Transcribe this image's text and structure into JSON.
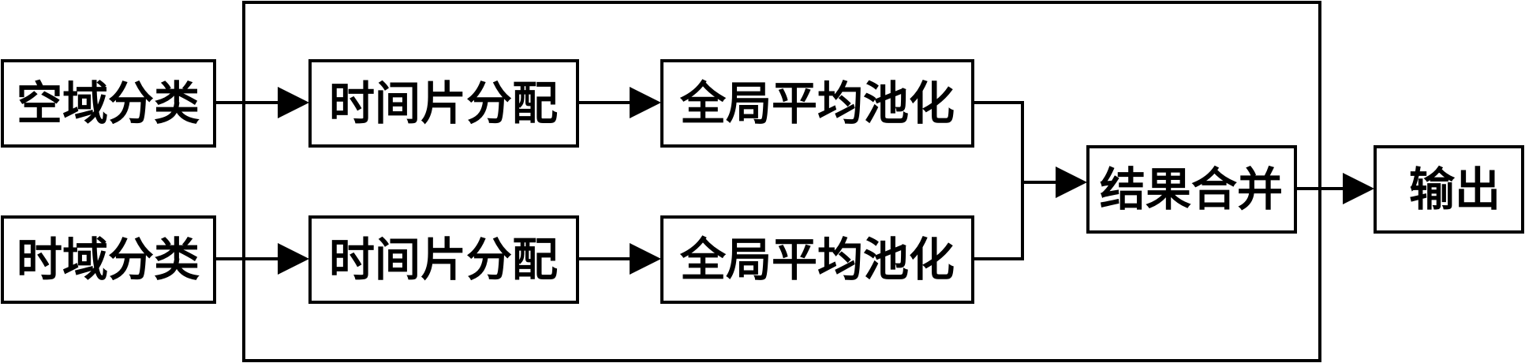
{
  "diagram": {
    "nodes": {
      "spatial_class": "空域分类",
      "temporal_class": "时域分类",
      "slice_alloc_top": "时间片分配",
      "slice_alloc_bottom": "时间片分配",
      "gap_top": "全局平均池化",
      "gap_bottom": "全局平均池化",
      "merge": "结果合并",
      "output": "输出"
    }
  }
}
